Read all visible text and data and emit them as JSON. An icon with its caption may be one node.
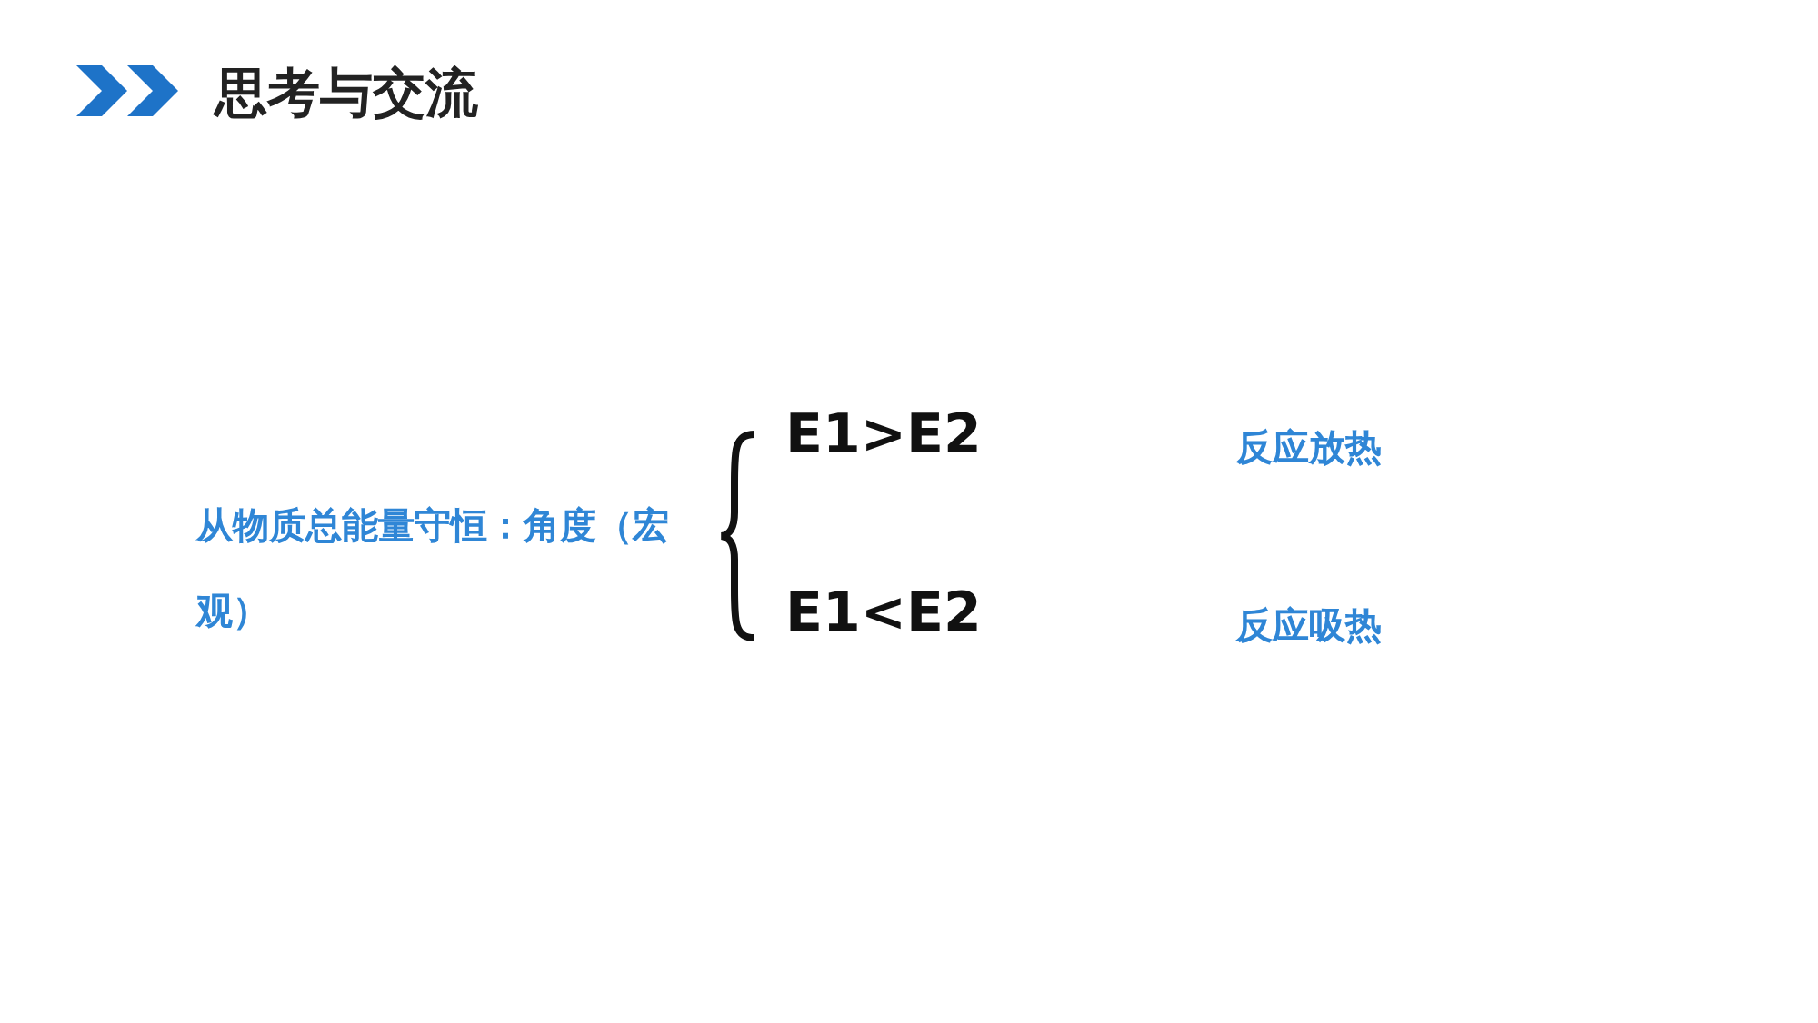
{
  "diagram": {
    "title": "思考与交流",
    "labels": [
      "从物质总能量守恒：角度（宏观）",
      "E1>E2",
      "反应放热",
      "E1<E2",
      "反应吸热"
    ]
  }
}
